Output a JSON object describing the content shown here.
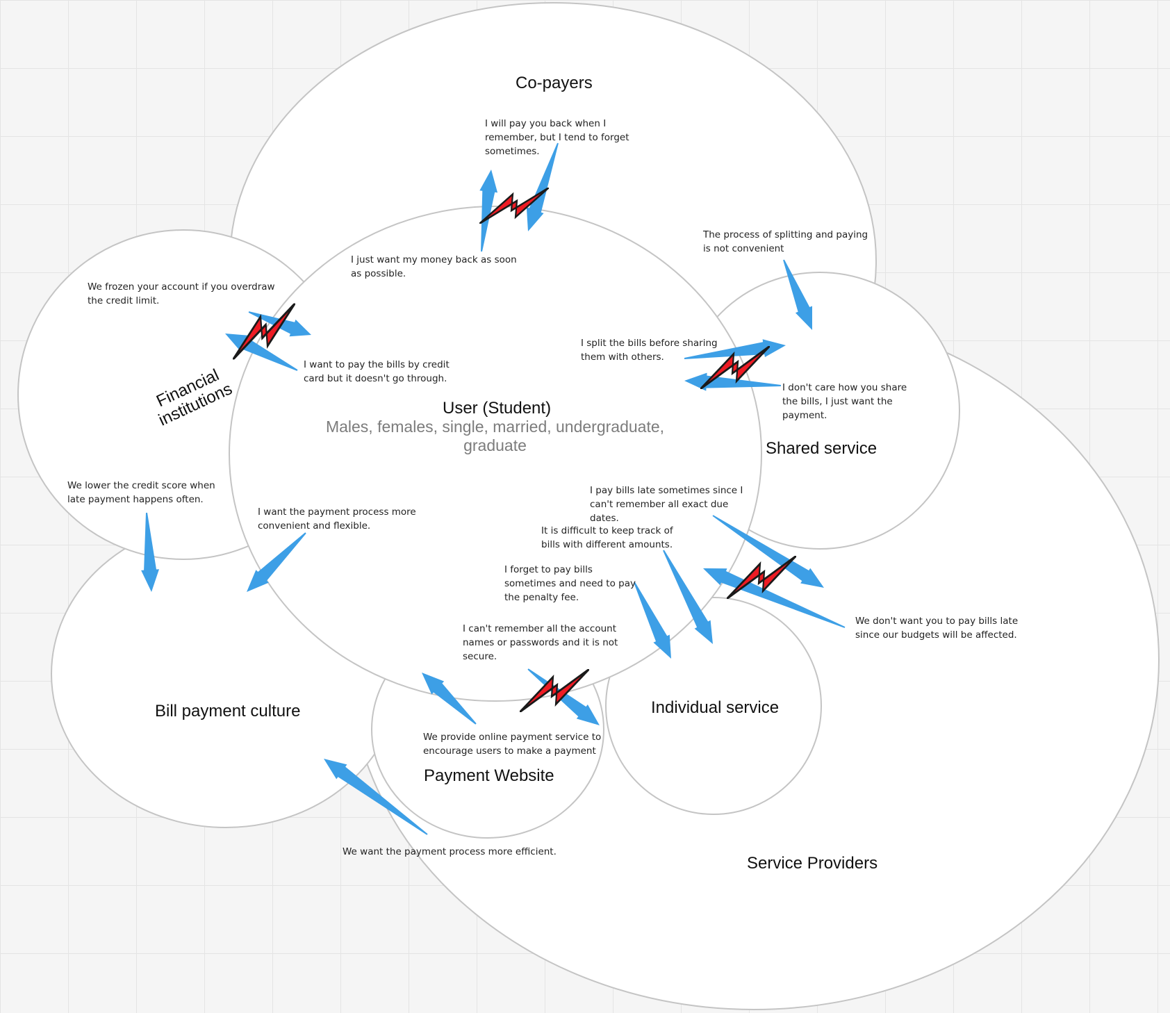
{
  "labels": {
    "copayers": "Co-payers",
    "financial": "Financial institutions",
    "user_title": "User (Student)",
    "user_sub": "Males, females, single, married, undergraduate, graduate",
    "shared": "Shared service",
    "individual": "Individual service",
    "bill_culture": "Bill payment culture",
    "payment_website": "Payment Website",
    "service_providers": "Service Providers"
  },
  "notes": {
    "pay_back": "I will pay you back when I remember, but I tend to forget sometimes.",
    "money_back": "I just want my money back as soon as possible.",
    "split_process": "The process of splitting and paying is not convenient",
    "frozen": "We frozen your account if you overdraw the credit limit.",
    "credit_card": "I want to pay the bills by credit card but it doesn't go through.",
    "split_before": "I split the bills before sharing them with others.",
    "dont_care": "I don't care how you share the bills, I just want the payment.",
    "credit_score": "We lower the credit score when late payment happens often.",
    "convenient": "I want the payment process more convenient and flexible.",
    "late_due": "I pay bills late sometimes since I can't remember all exact due dates.",
    "track": "It is difficult to keep track of bills with different amounts.",
    "forget_penalty": "I forget to pay bills sometimes and need to pay the penalty fee.",
    "passwords": "I can't remember all the account names or passwords and it is not secure.",
    "budgets": "We don't want you to pay bills late since our budgets will be affected.",
    "online": "We provide online payment service to encourage users to make a payment",
    "efficient": "We want the payment process more efficient."
  },
  "colors": {
    "arrow": "#3d9fe6",
    "conflict": "#ee1b24",
    "circle_fill": "#ffffff",
    "circle_stroke": "#c4c4c4",
    "subtitle": "#7c7c7c"
  },
  "icons": {
    "conflict": "lightning-bolt-icon",
    "relation": "arrow-icon"
  }
}
